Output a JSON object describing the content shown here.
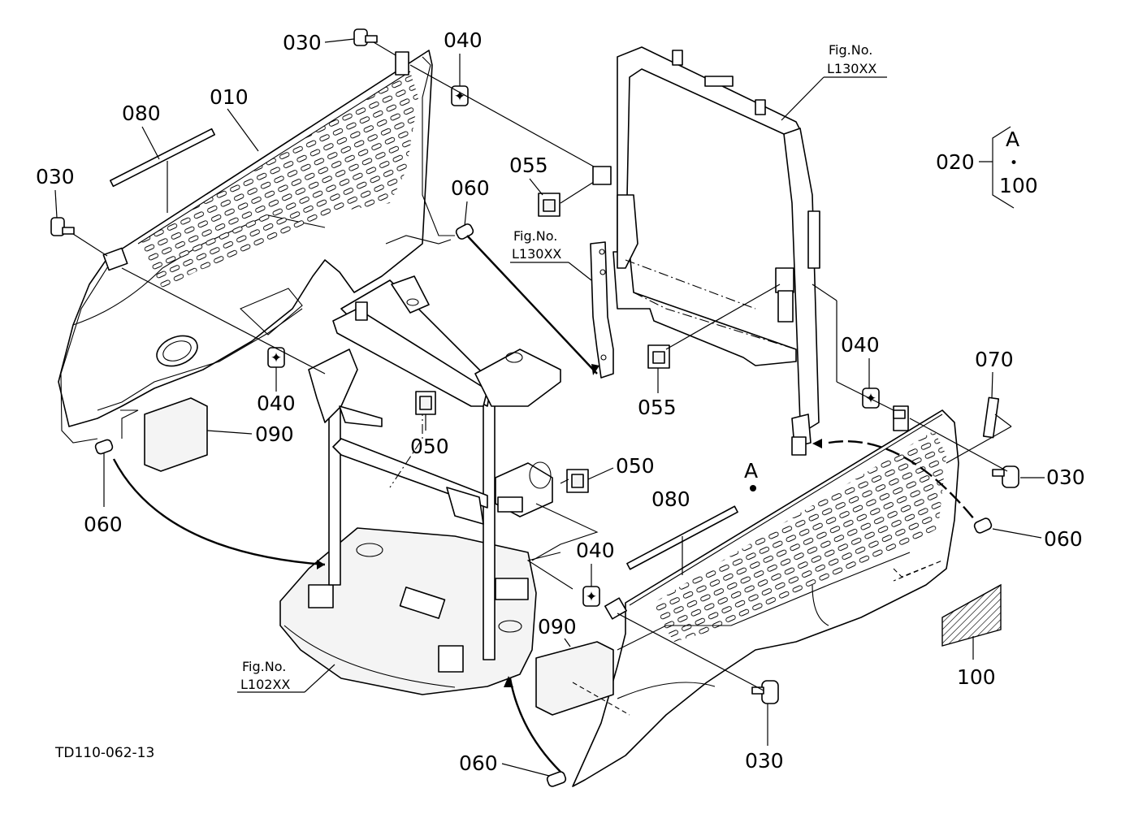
{
  "labels": {
    "p030a": "030",
    "p040a": "040",
    "p010": "010",
    "p080a": "080",
    "p030b": "030",
    "p055a": "055",
    "p060a": "060",
    "fig_no_a": "Fig.No.",
    "fig_code_a": "L130XX",
    "fig_no_b": "Fig.No.",
    "fig_code_b": "L130XX",
    "p020": "020",
    "p020_a": "A",
    "p020_dot": "•",
    "p020_100": "100",
    "p040b": "040",
    "p090a": "090",
    "p050a": "050",
    "p060b": "060",
    "p055b": "055",
    "p040c": "040",
    "p070": "070",
    "p030c": "030",
    "p050b": "050",
    "p080b": "080",
    "mark_a": "A",
    "p060c": "060",
    "p040d": "040",
    "p090b": "090",
    "p100": "100",
    "fig_no_c": "Fig.No.",
    "fig_code_c": "L102XX",
    "p030d": "030",
    "p060d": "060",
    "drawing_id": "TD110-062-13"
  }
}
